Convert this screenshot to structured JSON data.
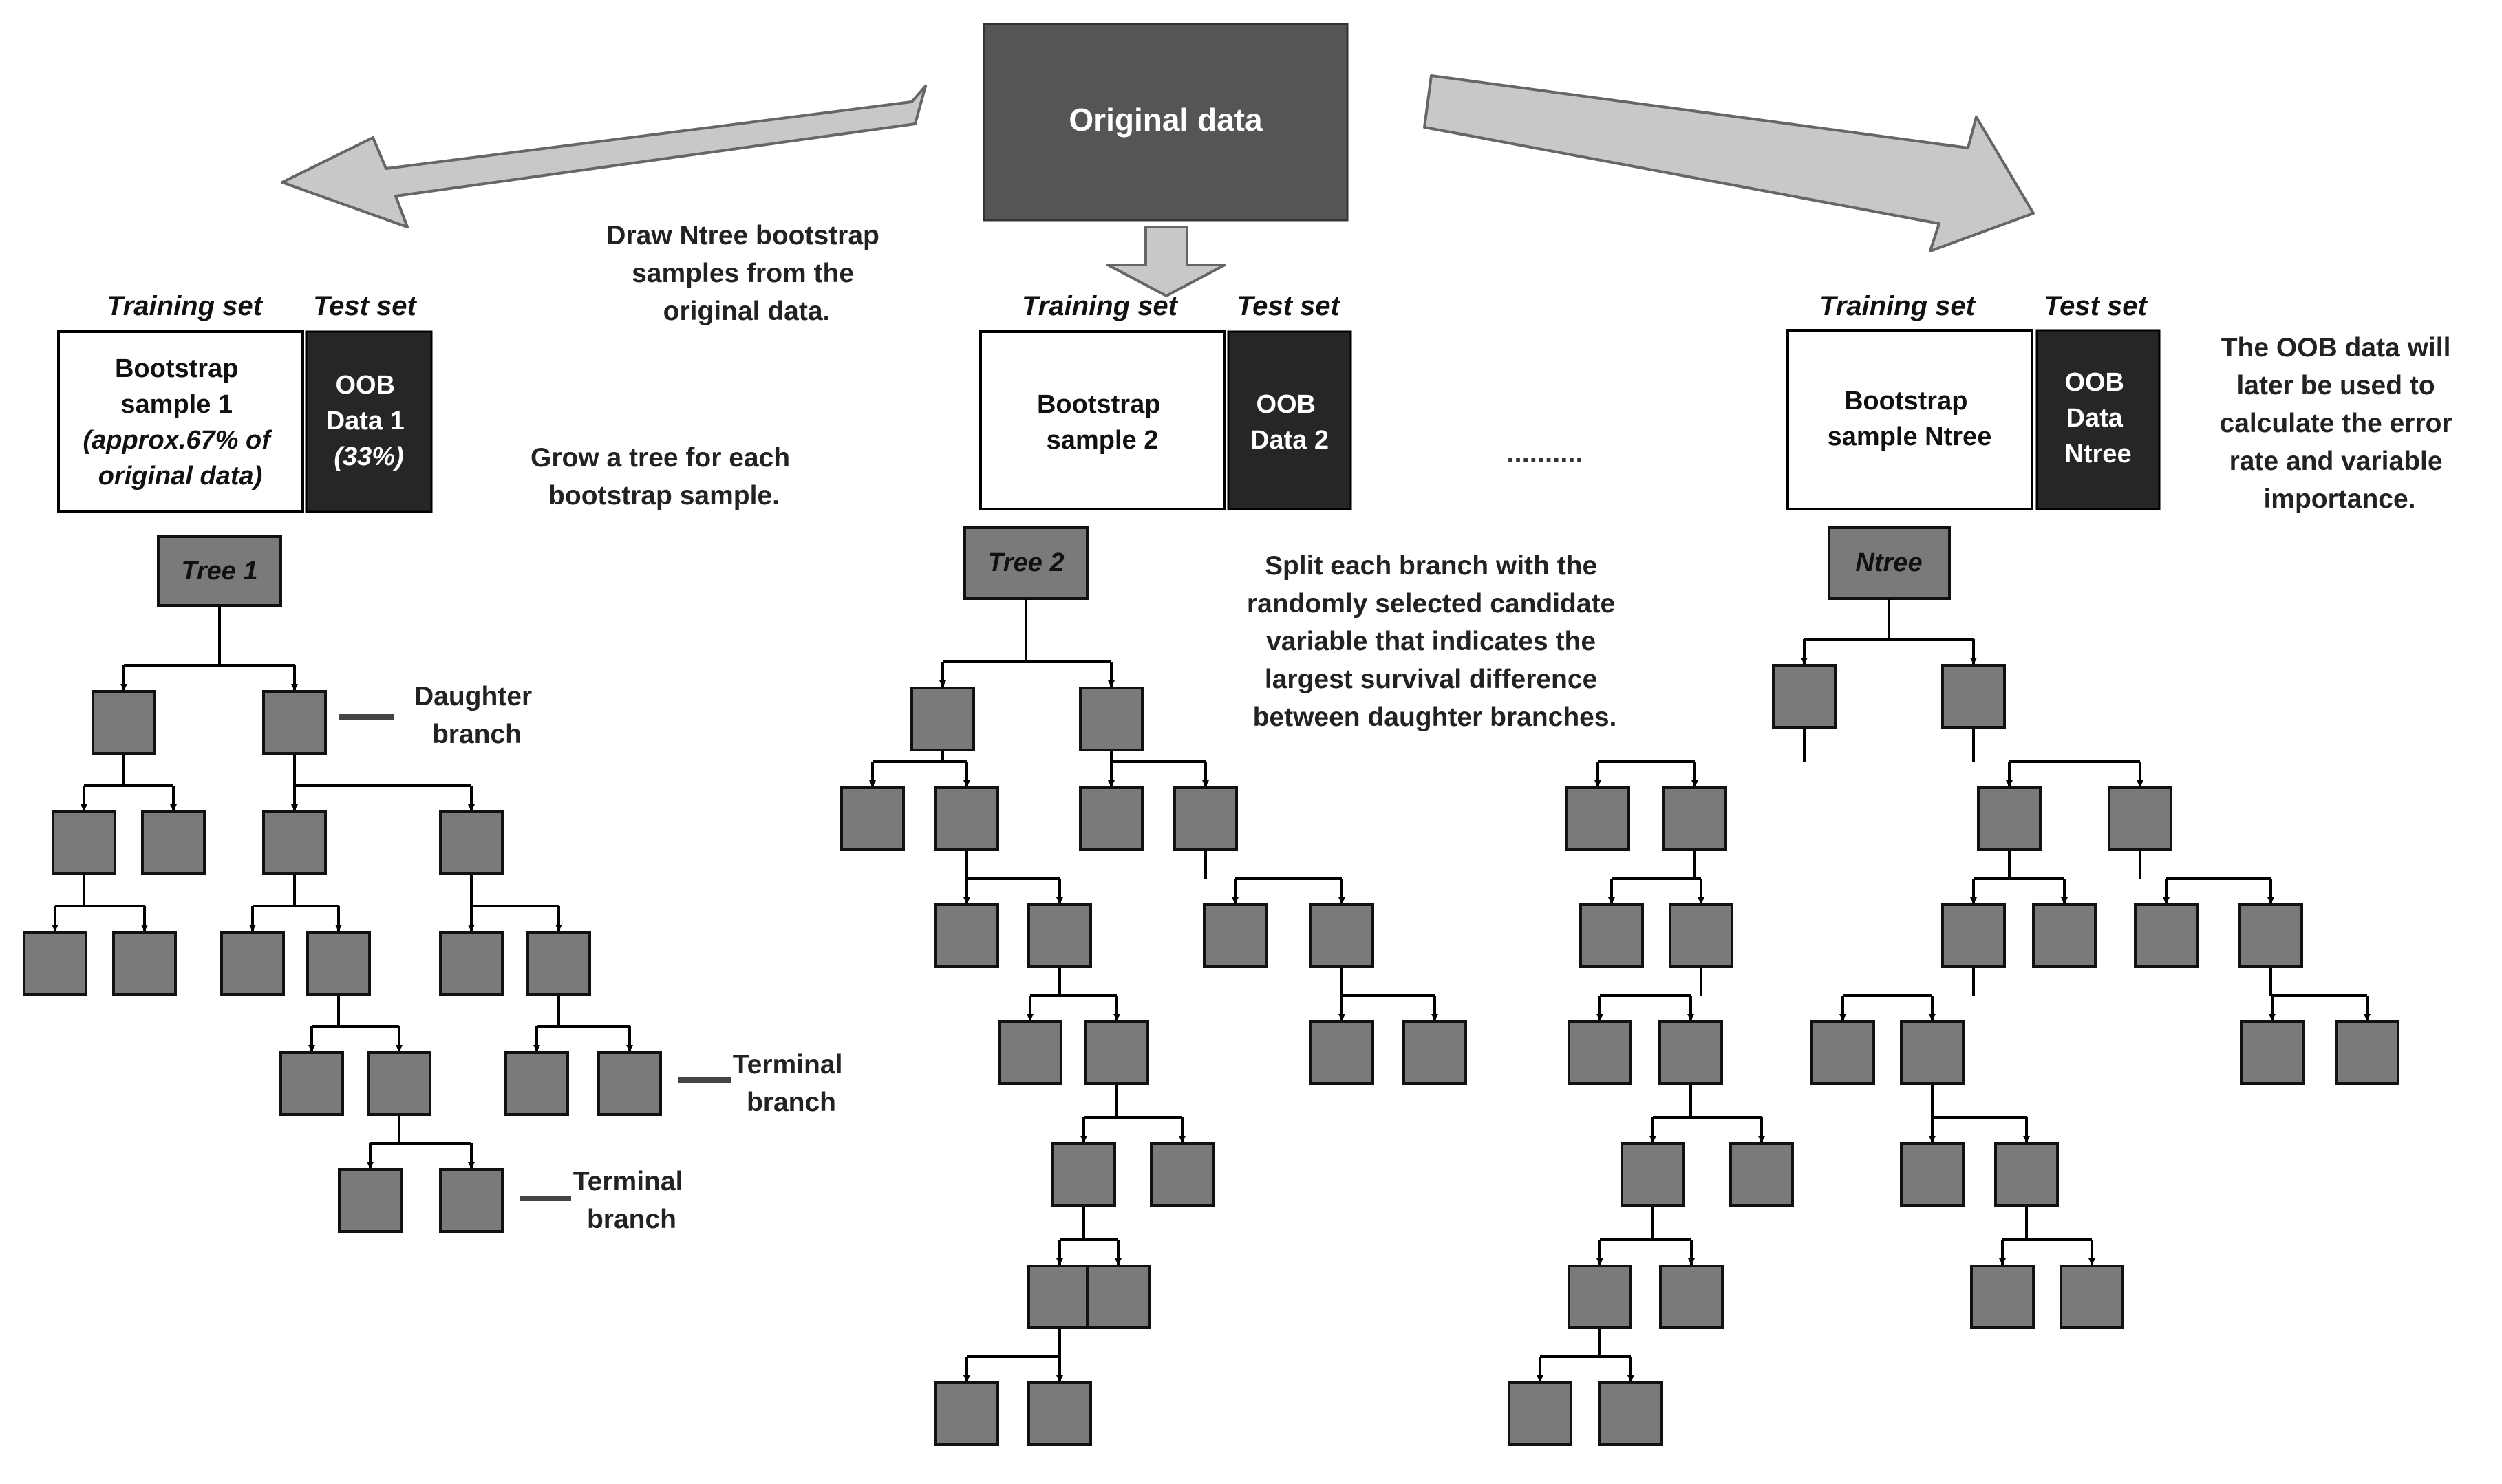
{
  "header": {
    "original_data": "Original data"
  },
  "annotations": {
    "draw_samples": [
      "Draw Ntree bootstrap",
      "samples from the",
      "original data."
    ],
    "grow_tree": [
      "Grow a tree for each",
      "bootstrap sample."
    ],
    "split_branch": [
      "Split each branch with the",
      "randomly selected candidate",
      "variable that indicates the",
      "largest survival difference",
      "between daughter branches."
    ],
    "oob_note": [
      "The OOB data will",
      "later be used to",
      "calculate the error",
      "rate and variable",
      "importance."
    ],
    "ellipsis": "..........",
    "daughter_branch": [
      "Daughter",
      "branch"
    ],
    "terminal_branch_1": [
      "Terminal",
      "branch"
    ],
    "terminal_branch_2": [
      "Terminal",
      "branch"
    ]
  },
  "panels": [
    {
      "training_label": "Training set",
      "test_label": "Test set",
      "sample_lines": [
        "Bootstrap",
        "sample 1",
        "(approx.67% of",
        "original data)"
      ],
      "oob_lines": [
        "OOB",
        "Data 1",
        "(33%)"
      ],
      "tree_label": "Tree 1"
    },
    {
      "training_label": "Training set",
      "test_label": "Test set",
      "sample_lines": [
        "Bootstrap",
        "sample 2"
      ],
      "oob_lines": [
        "OOB",
        "Data 2"
      ],
      "tree_label": "Tree 2"
    },
    {
      "training_label": "Training set",
      "test_label": "Test set",
      "sample_lines": [
        "Bootstrap",
        "sample Ntree"
      ],
      "oob_lines": [
        "OOB",
        "Data",
        "Ntree"
      ],
      "tree_label": "Ntree"
    }
  ],
  "colors": {
    "original_box": "#555555",
    "node_fill": "#7a7a7a",
    "oob_fill": "#262626",
    "arrow_fill": "#c8c8c8",
    "line": "#000000"
  }
}
